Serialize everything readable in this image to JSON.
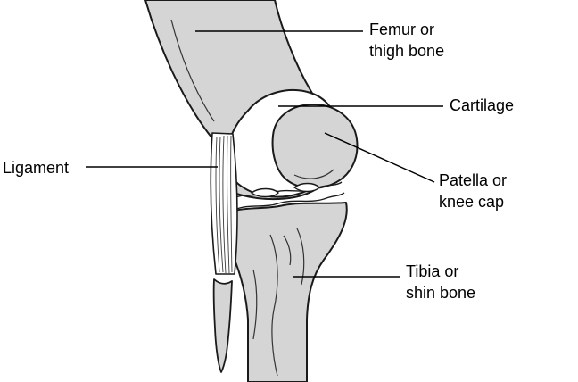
{
  "figure": {
    "colors": {
      "bone": "#d5d5d5",
      "outline": "#1a1a1a",
      "background": "#ffffff",
      "leader": "#000000"
    },
    "labels": {
      "femur": {
        "line1": "Femur or",
        "line2": "thigh bone"
      },
      "cartilage": {
        "line1": "Cartilage"
      },
      "ligament": {
        "line1": "Ligament"
      },
      "patella": {
        "line1": "Patella or",
        "line2": "knee cap"
      },
      "tibia": {
        "line1": "Tibia or",
        "line2": "shin bone"
      }
    }
  }
}
